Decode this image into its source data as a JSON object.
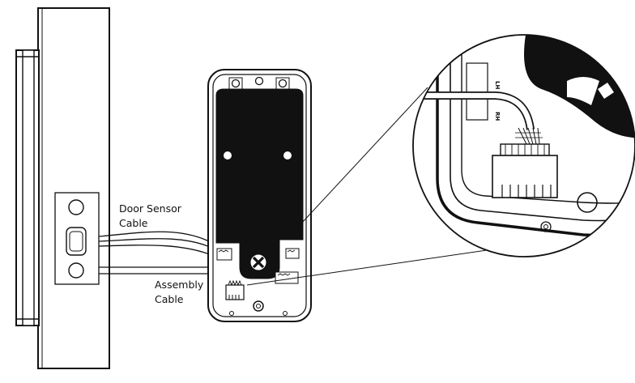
{
  "labels": {
    "door_sensor_cable": [
      "Door Sensor",
      "Cable"
    ],
    "assembly_cable": [
      "Assembly",
      "Cable"
    ]
  },
  "zoom_labels": {
    "left_hand": "LH",
    "right_hand": "RH"
  },
  "icons": {
    "screw": "phillips-screw-icon",
    "connector": "cable-connector-icon"
  },
  "colors": {
    "ink": "#111111",
    "fill_dark": "#111111",
    "background": "#ffffff"
  }
}
